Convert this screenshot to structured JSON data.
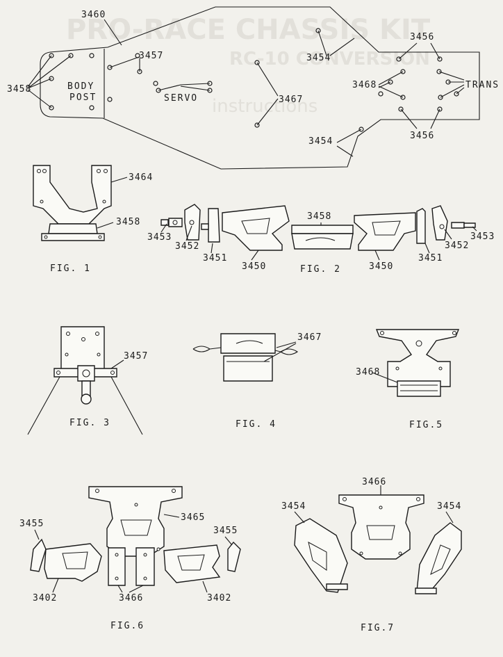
{
  "labels": {
    "l3460": "3460",
    "l3457a": "3457",
    "l3454a": "3454",
    "l3456a": "3456",
    "l3458a": "3458",
    "body": "BODY",
    "post": "POST",
    "servo": "SERVO",
    "l3467a": "3467",
    "l3468a": "3468",
    "trans": "TRANS",
    "l3456b": "3456",
    "l3454b": "3454",
    "l3464": "3464",
    "l3458b": "3458",
    "l3458c": "3458",
    "l3453a": "3453",
    "l3452a": "3452",
    "l3451a": "3451",
    "l3450a": "3450",
    "l3450b": "3450",
    "l3451b": "3451",
    "l3452b": "3452",
    "l3453b": "3453",
    "l3457b": "3457",
    "l3467b": "3467",
    "l3468b": "3468",
    "l3465": "3465",
    "l3455a": "3455",
    "l3455b": "3455",
    "l3402a": "3402",
    "l3466a": "3466",
    "l3402b": "3402",
    "l3466b": "3466",
    "l3454c": "3454",
    "l3454d": "3454"
  },
  "figures": {
    "fig1": "FIG. 1",
    "fig2": "FIG. 2",
    "fig3": "FIG. 3",
    "fig4": "FIG. 4",
    "fig5": "FIG.5",
    "fig6": "FIG.6",
    "fig7": "FIG.7"
  },
  "faded_heading": {
    "line1": "PRO-RACE CHASSIS KIT",
    "line2": "RC-10 CONVERSION",
    "line3": "instructions"
  }
}
